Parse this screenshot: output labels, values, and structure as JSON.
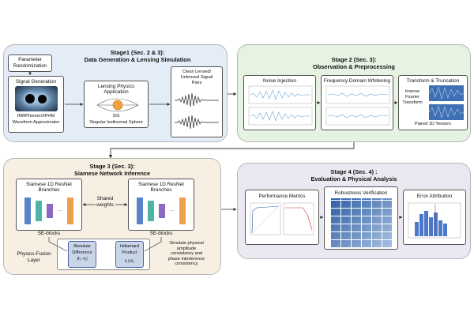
{
  "stage1": {
    "title_line1": "Stage1 (Sec. 2 & 3):",
    "title_line2": "Data Generation & Lensing Simulation",
    "param_line1": "Parameter",
    "param_line2": "Randomization",
    "signal_gen": "Signal Generation",
    "imr_line1": "IMRPhenomXPHM",
    "imr_line2": "Waveform Approximator",
    "lensing_line1": "Lensing Physics",
    "lensing_line2": "Application",
    "sis": "SIS",
    "sis_full": "Singular Isothermal Sphere",
    "clean_line1": "Clean Lensed/",
    "clean_line2": "Unlensed Signal",
    "clean_line3": "Pairs"
  },
  "stage2": {
    "title_line1": "Stage 2 (Sec. 3):",
    "title_line2": "Observation & Preprocessing",
    "noise": "Noise Injection",
    "whitening": "Frequency Domain Whitening",
    "transform": "Transform & Truncation",
    "inverse_line1": "Inverse",
    "inverse_line2": "Fourier",
    "inverse_line3": "Transform",
    "paired": "Paired 1D Tensors"
  },
  "stage3": {
    "title_line1": "Stage 3 (Sec. 3):",
    "title_line2": "Siamese Network Inference",
    "branch_left_line1": "Siamese 1D ResNet",
    "branch_left_line2": "Branches",
    "branch_right_line1": "Siamese 1D ResNet",
    "branch_right_line2": "Branches",
    "shared_line1": "Shared",
    "shared_line2": "weights",
    "se_left": "SE-blocks",
    "se_right": "SE-blocks",
    "dots": "···",
    "fusion_line1": "Physics-Fusion",
    "fusion_line2": "Layer",
    "absdiff_line1": "Absolute",
    "absdiff_line2": "Difference",
    "absdiff_formula": "|f₁−f₂|",
    "hadamard_line1": "Hdiamard",
    "hadamard_line2": "Product",
    "hadamard_formula": "f₁⊙f₂",
    "simulate_line1": "Simulate physical",
    "simulate_line2": "amplitude",
    "simulate_line3": "consistency and",
    "simulate_line4": "phase interterence",
    "simulate_line5": "consistency"
  },
  "stage4": {
    "title_line1": "Stage 4 (Sec. 4) :",
    "title_line2": "Evaluation & Physical Analysis",
    "performance": "Performance Metrics",
    "robustness": "Robustness Verification",
    "error": "Error Attribution"
  },
  "colors": {
    "stage1_bg": "#e4edf7",
    "stage2_bg": "#e6f2e2",
    "stage3_bg": "#f7efe2",
    "stage4_bg": "#ece8f1",
    "bar_blue": "#4c78c8",
    "bar_teal": "#4cb5a8",
    "bar_purple": "#8a69c0",
    "bar_orange": "#f0a04a"
  }
}
